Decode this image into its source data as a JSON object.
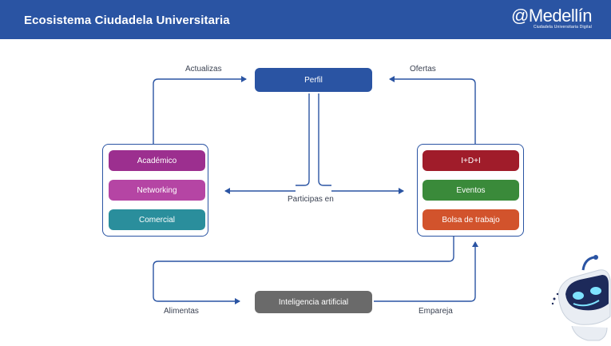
{
  "header": {
    "title": "Ecosistema Ciudadela Universitaria",
    "logo_text": "@Medellín",
    "logo_subtext": "Ciudadela Universitaria Digital"
  },
  "colors": {
    "header_bg": "#2a54a3",
    "perfil": "#2a54a3",
    "academico": "#9c2f8f",
    "networking": "#b545a4",
    "comercial": "#2a8e9c",
    "idi": "#a01c2a",
    "eventos": "#3a8a3a",
    "bolsa": "#d2532c",
    "ia": "#6a6a6a",
    "lines": "#2a54a3"
  },
  "diagram": {
    "perfil": "Perfil",
    "left_group": [
      "Académico",
      "Networking",
      "Comercial"
    ],
    "right_group": [
      "I+D+I",
      "Eventos",
      "Bolsa de trabajo"
    ],
    "ia": "Inteligencia artificial",
    "labels": {
      "actualizas": "Actualizas",
      "ofertas": "Ofertas",
      "participas": "Participas en",
      "alimentas": "Alimentas",
      "empareja": "Empareja"
    }
  }
}
